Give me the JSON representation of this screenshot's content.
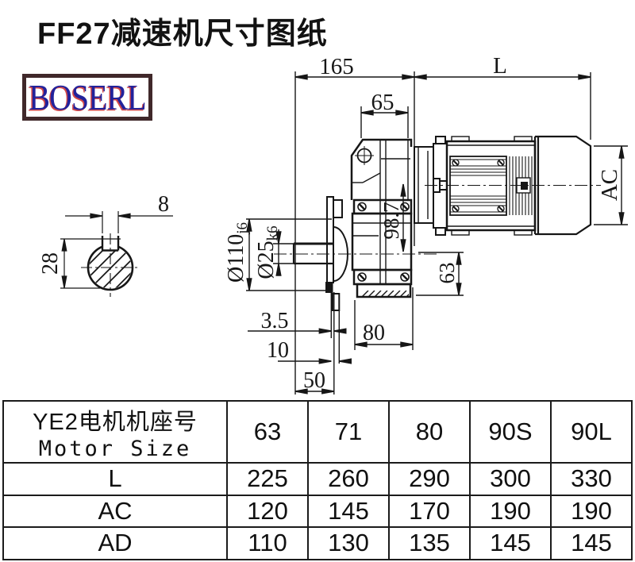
{
  "title": "FF27减速机尺寸图纸",
  "logo": "BOSERL",
  "drawing": {
    "description": "FF27 parallel shaft gear reducer with motor, side view and output shaft cross-section",
    "dims": {
      "gearbox_length": "165",
      "motor_length": "L",
      "housing_top_width": "65",
      "axis_distance": "98.7",
      "output_axis_height": "63",
      "motor_diameter": "AC",
      "flange_diameter": "Ø110",
      "flange_tolerance": "j6",
      "shaft_diameter": "Ø25",
      "shaft_tolerance": "k6",
      "flange_face_gap": "3.5",
      "flange_offset": "10",
      "shaft_length": "50",
      "foot_width": "80",
      "key_width": "8",
      "key_height": "28"
    }
  },
  "table": {
    "header_cn": "YE2电机机座号",
    "header_en": "Motor Size",
    "sizes": [
      "63",
      "71",
      "80",
      "90S",
      "90L"
    ],
    "rows": [
      {
        "label": "L",
        "values": [
          "225",
          "260",
          "290",
          "300",
          "330"
        ]
      },
      {
        "label": "AC",
        "values": [
          "120",
          "145",
          "170",
          "190",
          "190"
        ]
      },
      {
        "label": "AD",
        "values": [
          "110",
          "130",
          "135",
          "145",
          "145"
        ]
      }
    ]
  }
}
